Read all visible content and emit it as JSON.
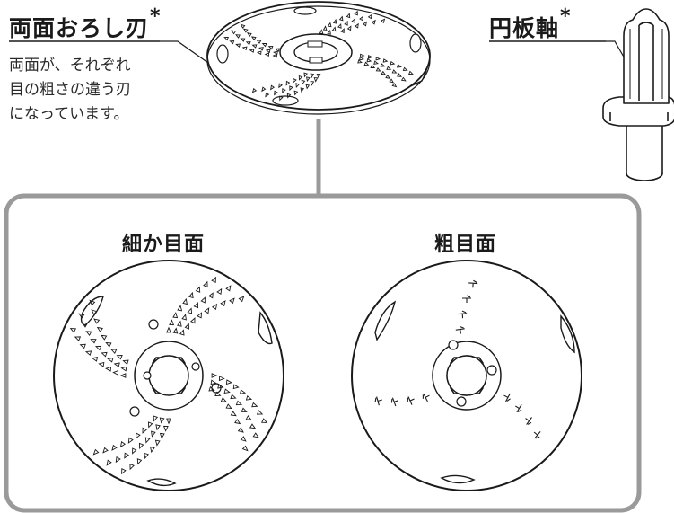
{
  "disc": {
    "title": "両面おろし刃",
    "asterisk": "*",
    "desc_lines": [
      "両面が、それぞれ",
      "目の粗さの違う刃",
      "になっています。"
    ]
  },
  "shaft": {
    "title": "円板軸",
    "asterisk": "*"
  },
  "faces": {
    "fine": "細か目面",
    "coarse": "粗目面"
  },
  "colors": {
    "line": "#1a1a1a",
    "frame": "#9a9a9a",
    "underline": "#1a1a1a"
  }
}
